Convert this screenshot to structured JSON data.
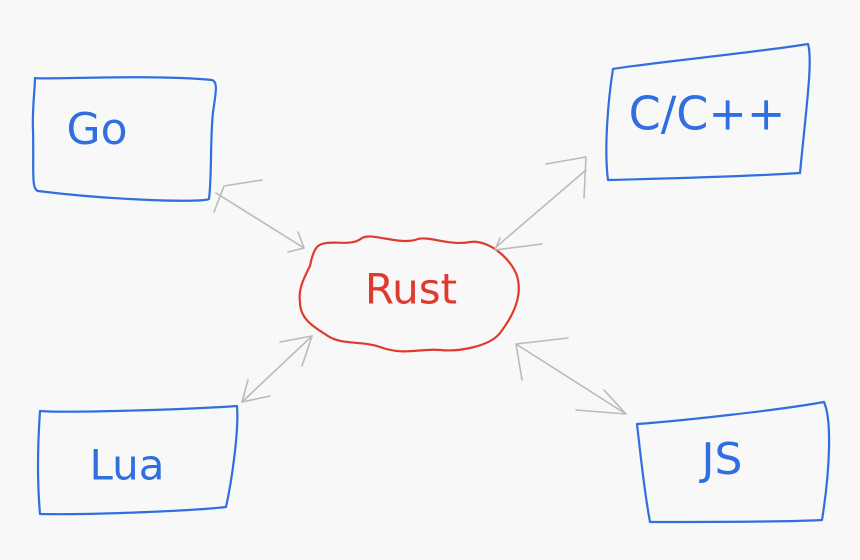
{
  "colors": {
    "background": "#f8f8f8",
    "box_stroke": "#2f6fe0",
    "center_stroke": "#e03a2e",
    "arrow_stroke": "#b7bdb9",
    "text_blue": "#2f6fe0",
    "text_red": "#e03a2e"
  },
  "nodes": {
    "center": {
      "label": "Rust"
    },
    "go": {
      "label": "Go"
    },
    "c": {
      "label": "C/C++"
    },
    "lua": {
      "label": "Lua"
    },
    "js": {
      "label": "JS"
    }
  }
}
